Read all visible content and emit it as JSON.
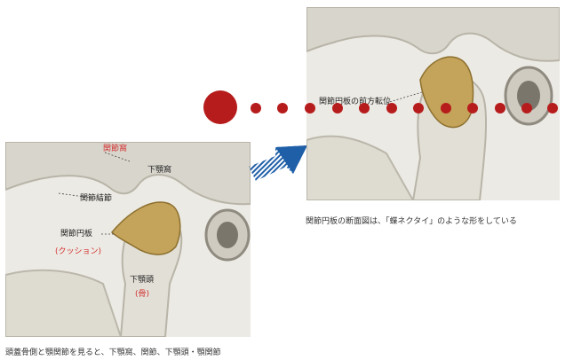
{
  "left_panel": {
    "labels": {
      "top_red": "関節窩",
      "upper_bone": "下顎窩",
      "tubercle": "関節結節",
      "disc": "関節円板",
      "disc_sub": "(クッション)",
      "condyle": "下顎頭",
      "condyle_sub": "(骨)"
    }
  },
  "right_panel": {
    "label": "関節円板の前方転位"
  },
  "captions": {
    "right": "関節円板の断面図は、「蝶ネクタイ」のような形をしている",
    "bottom": "頭蓋骨側と顎関節を見ると、下顎窩、関節、下顎頭・顎関節"
  },
  "colors": {
    "bone": "#dcd9d0",
    "bone_dark": "#b8b4a8",
    "disc": "#c4a35a",
    "dot": "#b71c1c",
    "arrow": "#1f5fa8",
    "label_red": "#d32f2f"
  }
}
